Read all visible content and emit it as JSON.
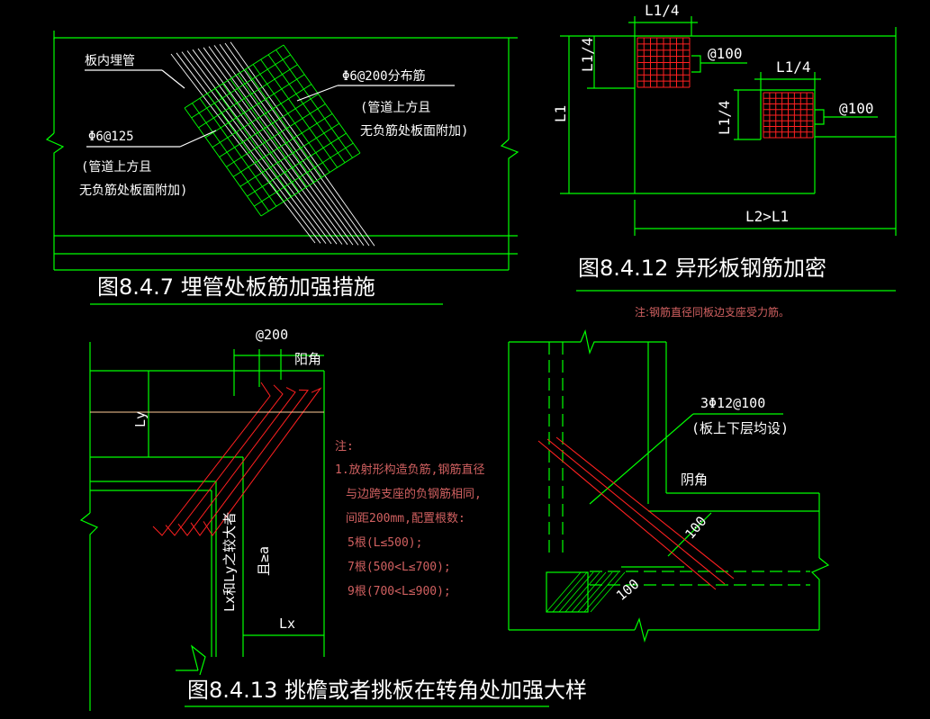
{
  "colors": {
    "background": "#000000",
    "green": "#00ff00",
    "white": "#ffffff",
    "red": "#ff2020",
    "pink": "#d06060",
    "tan": "#ffcc99"
  },
  "fig847": {
    "label_pipe": "板内埋管",
    "label_dist_bar": "Φ6@200分布筋",
    "label_dist_note1": "(管道上方且",
    "label_dist_note2": "无负筋处板面附加)",
    "label_bar": "Φ6@125",
    "label_bar_note1": "(管道上方且",
    "label_bar_note2": "无负筋处板面附加)",
    "title": "图8.4.7    埋管处板筋加强措施"
  },
  "fig8412": {
    "dim_top1": "L1/4",
    "dim_side1": "L1/4",
    "spacing1": "@100",
    "dim_top2": "L1/4",
    "dim_side2": "L1/4",
    "spacing2": "@100",
    "dim_l1": "L1",
    "dim_l2": "L2>L1",
    "title": "图8.4.12    异形板钢筋加密",
    "note": "注:钢筋直径同板边支座受力筋。"
  },
  "fig8413": {
    "spacing": "@200",
    "corner": "阳角",
    "dim_ly": "Ly",
    "diag_text1": "Lx和Ly之较大者",
    "diag_text2": "且≥a",
    "dim_lx": "Lx",
    "note_title": "注:",
    "note_lines": [
      "1.放射形构造负筋,钢筋直径",
      "与边跨支座的负钢筋相同,",
      "间距200mm,配置根数:",
      "5根(L≤500);",
      "7根(500<L≤700);",
      "9根(700<L≤900);"
    ],
    "title": "图8.4.13    挑檐或者挑板在转角处加强大样"
  },
  "fig_right": {
    "bar_label": "3Φ12@100",
    "bar_note": "(板上下层均设)",
    "corner": "阴角",
    "dim_a": "100",
    "dim_b": "100"
  }
}
